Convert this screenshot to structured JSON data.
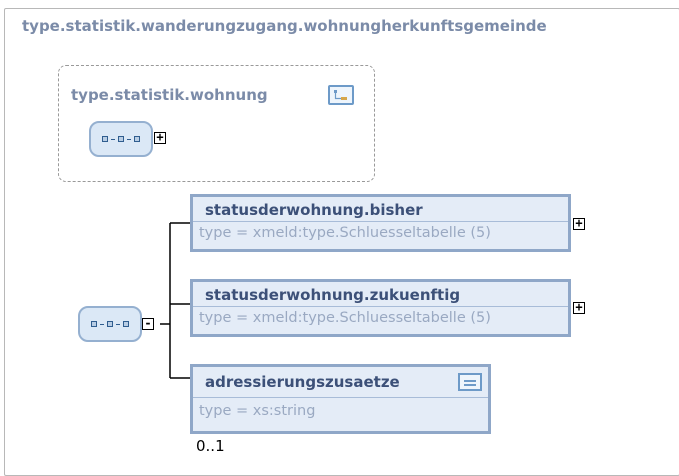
{
  "diagram": {
    "outer_type": "type.statistik.wanderungzugang.wohnungherkunftsgemeinde",
    "ref_type": {
      "label": "type.statistik.wohnung",
      "icon": "complex-type-icon",
      "children": {
        "icon": "sequence-icon",
        "expander": "+"
      }
    },
    "sequence": {
      "icon": "sequence-icon",
      "expander": "-"
    },
    "elements": [
      {
        "name": "statusderwohnung.bisher",
        "type": "type = xmeld:type.Schluesseltabelle (5)",
        "expander": "+"
      },
      {
        "name": "statusderwohnung.zukuenftig",
        "type": "type = xmeld:type.Schluesseltabelle (5)",
        "expander": "+"
      },
      {
        "name": "adressierungszusaetze",
        "type": "type = xs:string",
        "icon": "simple-type-icon",
        "occurs": "0..1"
      }
    ]
  }
}
